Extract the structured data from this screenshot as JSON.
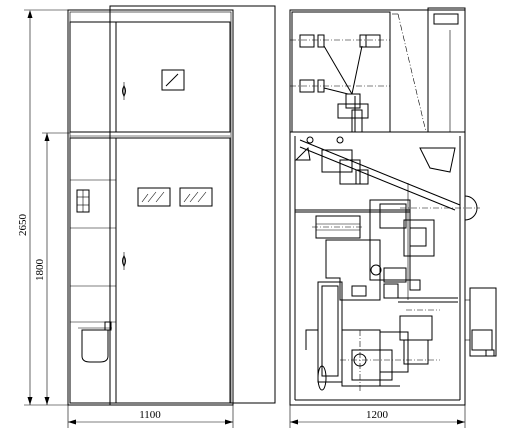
{
  "dimensions": {
    "total_height": "2650",
    "lower_height": "1800",
    "front_width": "1100",
    "side_width": "1200"
  },
  "colors": {
    "line": "#000000",
    "background": "#ffffff"
  }
}
